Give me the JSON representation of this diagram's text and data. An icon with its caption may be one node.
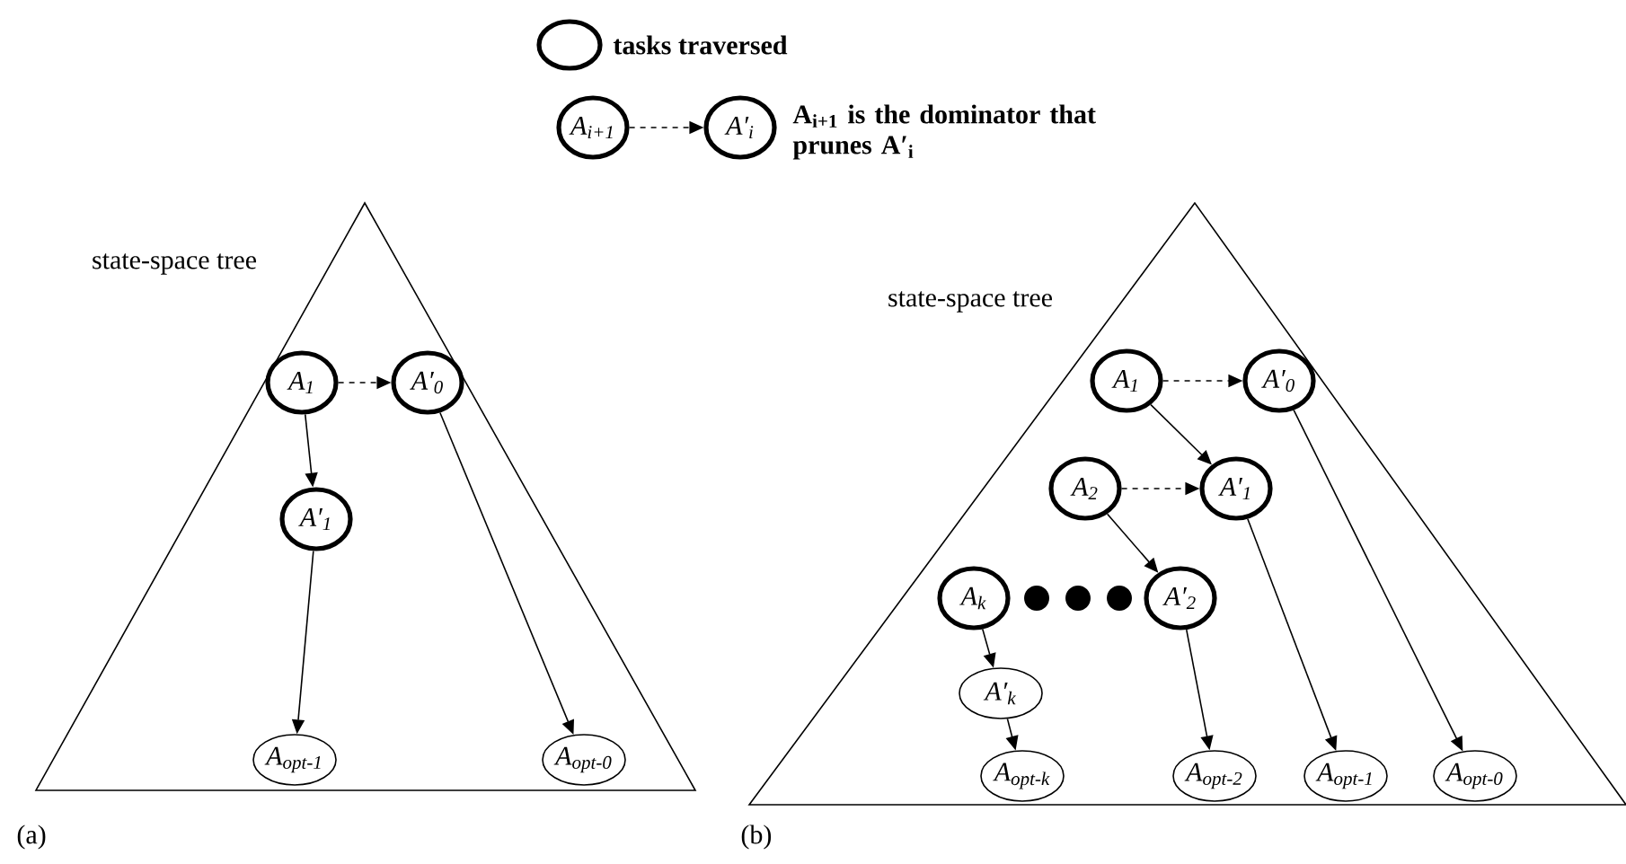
{
  "diagram": {
    "nodes": [
      {
        "text": [
          "A$_{i+1}$"
        ]
      },
      {
        "text": [
          "A′$_{i}$"
        ]
      },
      {
        "text": [
          "state-space tree"
        ]
      },
      {
        "text": [
          "A$_{1}$"
        ],
        "in": 2
      },
      {
        "text": [
          "A′$_{0}$"
        ],
        "in": 2
      },
      {
        "text": [
          "A′$_{1}$"
        ],
        "in": 2
      },
      {
        "text": [
          "A$_{opt-1}$"
        ],
        "in": 2
      },
      {
        "text": [
          "A$_{opt-0}$"
        ],
        "in": 2
      },
      {
        "text": [
          "state-space tree"
        ]
      },
      {
        "text": [
          "A$_{1}$"
        ],
        "in": 8
      },
      {
        "text": [
          "A′$_{0}$"
        ],
        "in": 8
      },
      {
        "text": [
          "A$_{2}$"
        ],
        "in": 8
      },
      {
        "text": [
          "A′$_{1}$"
        ],
        "in": 8
      },
      {
        "text": [
          "A$_{k}$"
        ],
        "in": 8
      },
      {
        "text": [],
        "shape": "circle",
        "in": 8
      },
      {
        "text": [],
        "shape": "circle",
        "in": 8
      },
      {
        "text": [],
        "shape": "circle",
        "in": 8
      },
      {
        "text": [
          "A′$_{2}$"
        ],
        "in": 8
      },
      {
        "text": [
          "A′$_{k}$"
        ],
        "in": 8
      },
      {
        "text": [
          "A$_{opt-k}$"
        ],
        "in": 8
      },
      {
        "text": [
          "A$_{opt-2}$"
        ],
        "in": 8
      },
      {
        "text": [
          "A$_{opt-1}$"
        ],
        "in": 8
      },
      {
        "text": [
          "A$_{opt-0}$"
        ],
        "in": 8
      }
    ],
    "edges": [
      {
        "from": 0,
        "to": 1,
        "arrow": "to",
        "style": "dashed"
      },
      {
        "from": 3,
        "to": 4,
        "arrow": "to",
        "style": "dashed"
      },
      {
        "from": 3,
        "to": 5,
        "arrow": "to"
      },
      {
        "from": 5,
        "to": 6,
        "arrow": "to"
      },
      {
        "from": 4,
        "to": 7,
        "arrow": "to"
      },
      {
        "from": 9,
        "to": 10,
        "arrow": "to",
        "style": "dashed"
      },
      {
        "from": 9,
        "to": 12,
        "arrow": "to"
      },
      {
        "from": 11,
        "to": 12,
        "arrow": "to",
        "style": "dashed"
      },
      {
        "from": 11,
        "to": 17,
        "arrow": "to"
      },
      {
        "from": 13,
        "to": 18,
        "arrow": "to"
      },
      {
        "from": 18,
        "to": 19,
        "arrow": "to"
      },
      {
        "from": 17,
        "to": 20,
        "arrow": "to"
      },
      {
        "from": 12,
        "to": 21,
        "arrow": "to"
      },
      {
        "from": 10,
        "to": 22,
        "arrow": "to"
      }
    ],
    "labels": [
      "(a)",
      "(b)"
    ],
    "legend": [
      {
        "text": "tasks traversed"
      },
      {
        "text": "A$_{i+1}$ is the dominator that prunes A′$_{i}$"
      }
    ]
  }
}
